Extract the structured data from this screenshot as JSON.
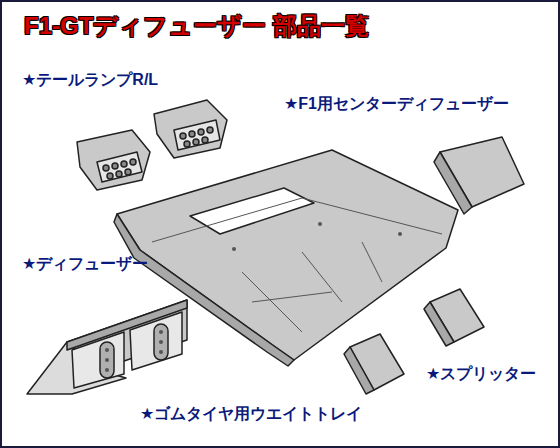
{
  "diagram": {
    "title": "F1-GTディフューザー 部品一覧",
    "labels": [
      "★テールランプR/L",
      "★F1用センターディフューザー",
      "★ディフューザー",
      "★スプリッター",
      "★ゴムタイヤ用ウエイトトレイ"
    ]
  }
}
